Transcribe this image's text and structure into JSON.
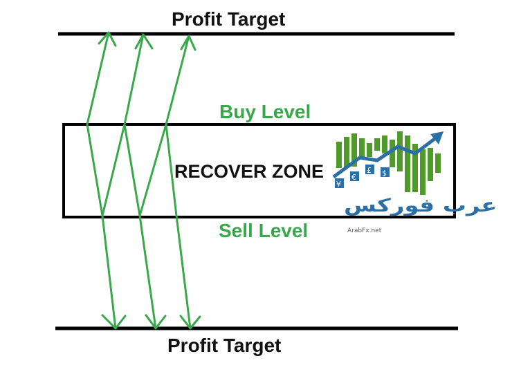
{
  "labels": {
    "profit_target_top": "Profit Target",
    "buy_level": "Buy Level",
    "recover_zone": "RECOVER ZONE",
    "sell_level": "Sell Level",
    "profit_target_bottom": "Profit Target"
  },
  "logo": {
    "arabic_text": "عرب فوركس",
    "domain_text": "ArabFx.net",
    "currency_symbols": [
      "¥",
      "€",
      "£",
      "$"
    ]
  },
  "colors": {
    "arrows": "#39a84a",
    "level_text": "#39a84a",
    "lines": "#000000",
    "logo_blue": "#2a6fa5",
    "logo_green": "#4f9a2a"
  }
}
